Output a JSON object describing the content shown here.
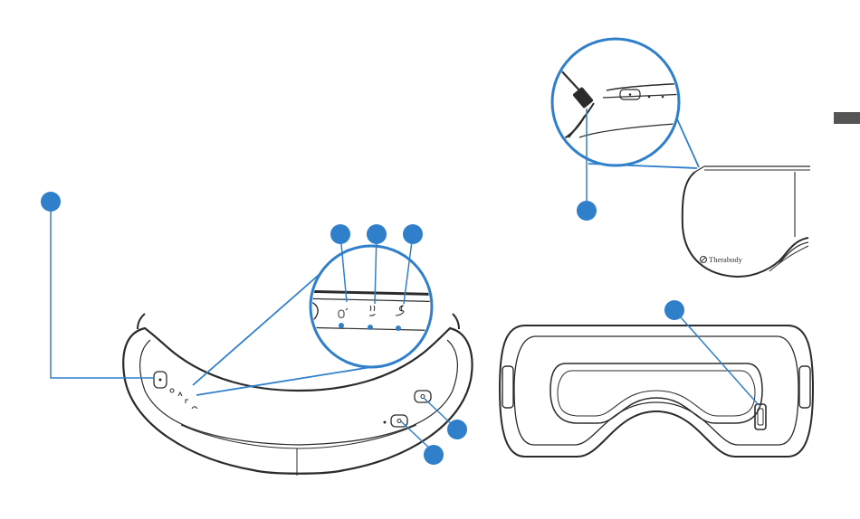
{
  "brand": {
    "name": "Therabody"
  },
  "colors": {
    "callout": "#2f7fcb",
    "line": "#2f7fcb",
    "outline": "#2b2b2b",
    "tab": "#555555"
  },
  "callouts": [
    {
      "id": "power-button",
      "label": ""
    },
    {
      "id": "mode-indicator-1",
      "label": ""
    },
    {
      "id": "mode-indicator-2",
      "label": ""
    },
    {
      "id": "mode-indicator-3",
      "label": ""
    },
    {
      "id": "charging-port",
      "label": ""
    },
    {
      "id": "inner-sensor",
      "label": ""
    },
    {
      "id": "mode-button",
      "label": ""
    },
    {
      "id": "heat-button",
      "label": ""
    }
  ],
  "icons": [
    "power-icon",
    "vibration-mode-icon",
    "heat-mode-icon",
    "sleep-mode-icon",
    "usb-plug-icon",
    "therabody-logo-icon"
  ]
}
